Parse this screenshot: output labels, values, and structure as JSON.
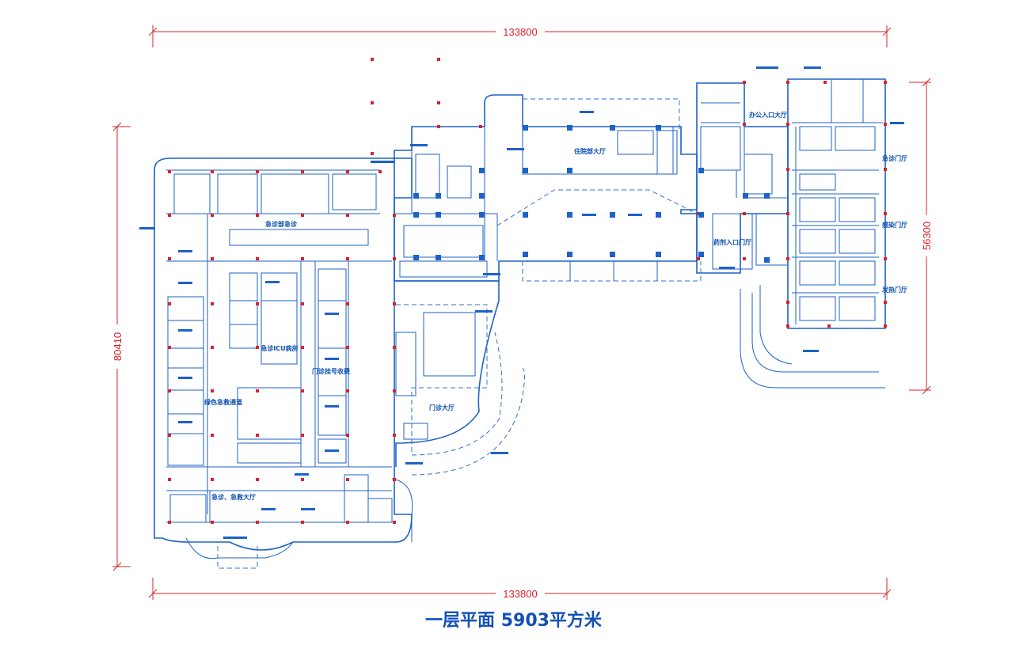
{
  "drawing": {
    "title": "一层平面 5903平方米",
    "dimensions": {
      "top": "133800",
      "bottom": "133800",
      "left": "80410",
      "right": "56300"
    },
    "room_labels": [
      "住院部大厅",
      "办公入口大厅",
      "急诊门厅",
      "感染门厅",
      "发热门厅",
      "急诊部急诊",
      "急诊ICU病房",
      "门诊挂号收费",
      "门诊大厅",
      "急诊、急救大厅",
      "药剂入口门厅",
      "绿色急救通道"
    ]
  },
  "colors": {
    "plan_lines": "#1d62c8",
    "dimension_lines": "#d8232a",
    "column_marks": "#d8232a",
    "title": "#1250b8"
  }
}
